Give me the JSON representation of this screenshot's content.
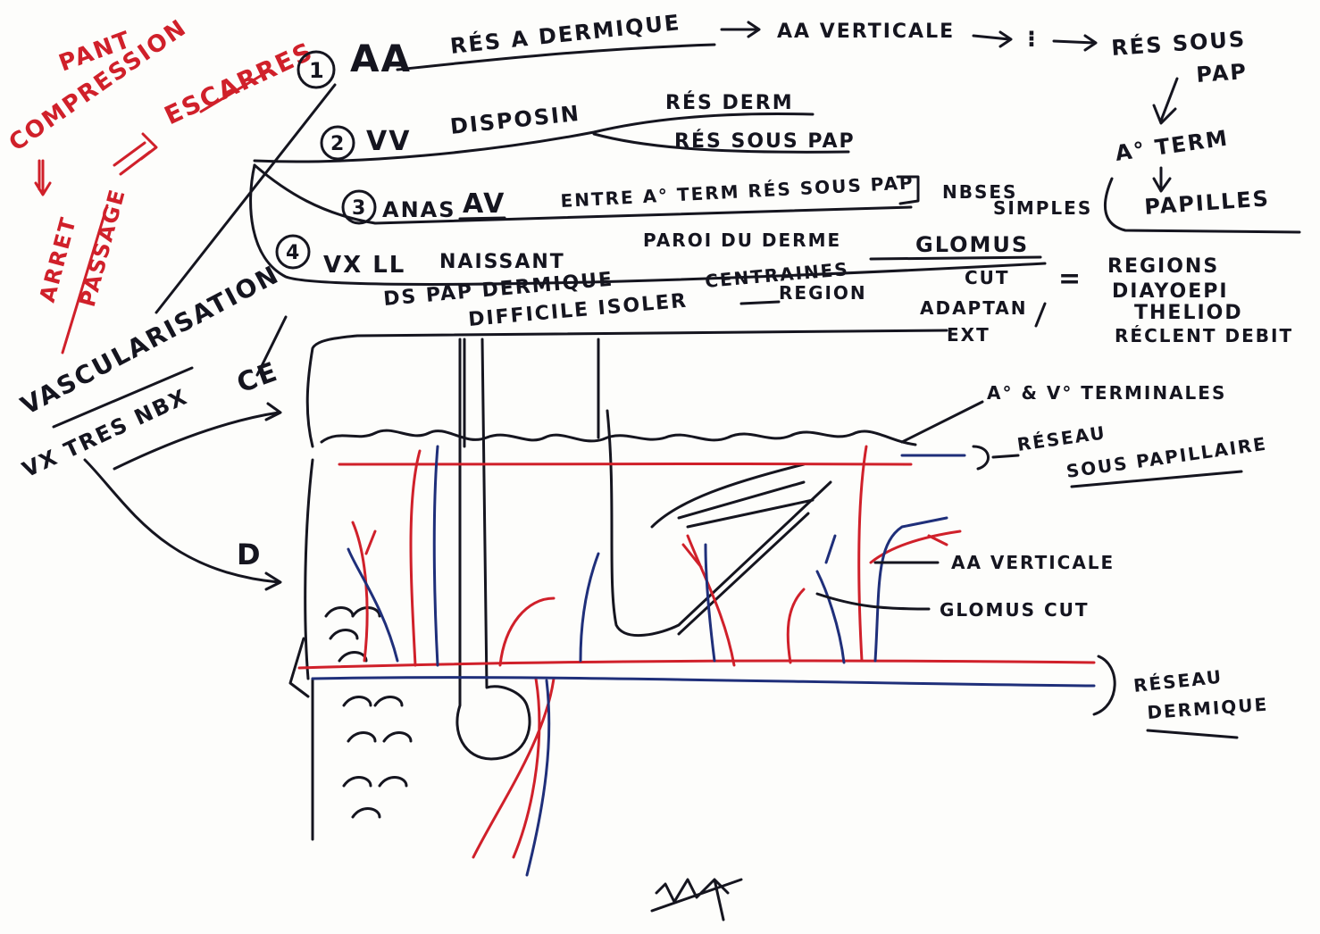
{
  "margin_notes": {
    "pant": "PANT",
    "compression": "COMPRESSION",
    "arret": "ARRET",
    "passage": "PASSAGE",
    "escarres": "ESCARRES"
  },
  "heading": {
    "vascularisation": "VASCULARISATION",
    "vx_tres_nbx": "VX TRES NBX",
    "ce": "CE",
    "d": "D"
  },
  "items": {
    "n1": "1",
    "aa": "AA",
    "res_dermique": "RÉS A DERMIQUE",
    "a_verticale": "AA VERTICALE",
    "res_sous_pap_1": "RÉS SOUS",
    "res_sous_pap_2": "PAP",
    "a_term": "A° TERM",
    "papilles": "PAPILLES",
    "n2": "2",
    "vv": "VV",
    "disposition": "DISPOSIN",
    "res_derm": "RÉS DERM",
    "res_sous_pap": "RÉS SOUS PAP",
    "n3": "3",
    "anas": "ANAS",
    "av": "AV",
    "entre": "ENTRE A° TERM RÉS SOUS PAP",
    "nbses": "NBSES",
    "simples": "SIMPLES",
    "n4": "4",
    "vx_ll": "VX LL",
    "naissant": "NAISSANT",
    "ds_pap": "DS PAP DERMIQUE",
    "difficile_isoler": "DIFFICILE ISOLER",
    "paroi_derme": "PAROI DU DERME",
    "glomus": "GLOMUS",
    "cut": "CUT",
    "centraines": "CENTRAINES",
    "region": "REGION",
    "adaptation": "ADAPTAN",
    "ext": "EXT",
    "equals": "=",
    "regions_1": "REGIONS",
    "regions_2": "DIAYOEPI",
    "regions_3": "THELIOD",
    "regions_4": "RÉCLENT DEBIT"
  },
  "labels": {
    "a_v_terminales": "A° & V° TERMINALES",
    "reseau_sous_1": "RÉSEAU",
    "reseau_sous_2": "SOUS PAPILLAIRE",
    "aa_verticale": "AA VERTICALE",
    "glomus_cut": "GLOMUS CUT",
    "reseau_derm_1": "RÉSEAU",
    "reseau_derm_2": "DERMIQUE"
  },
  "colors": {
    "ink": "#15151f",
    "artery": "#d0202a",
    "vein": "#1f2f7a"
  }
}
